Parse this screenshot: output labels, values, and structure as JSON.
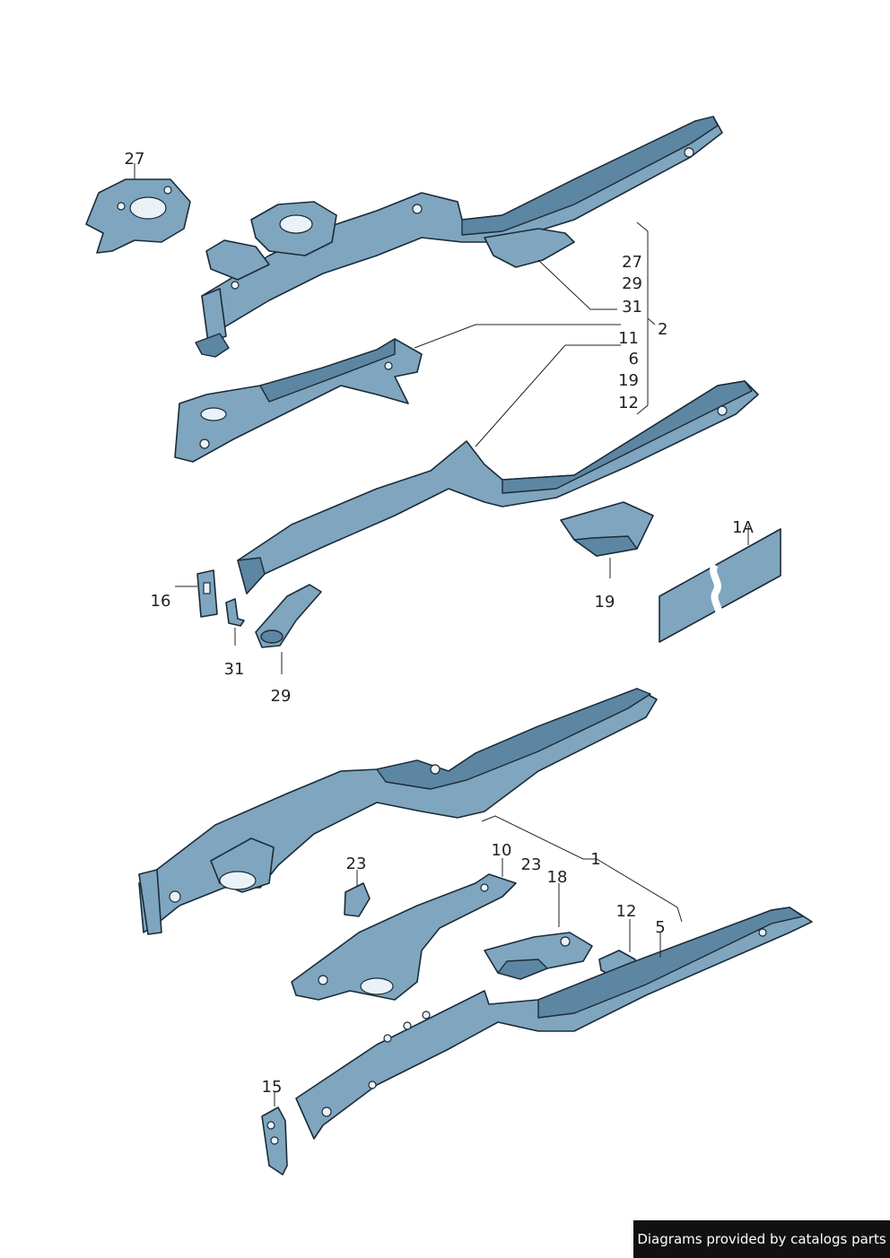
{
  "callouts": {
    "c27_top": "27",
    "g_27": "27",
    "g_29": "29",
    "g_31": "31",
    "g_2": "2",
    "g_11": "11",
    "g_6": "6",
    "g_19": "19",
    "g_12": "12",
    "c1A": "1A",
    "c16": "16",
    "c31": "31",
    "c29": "29",
    "c19": "19",
    "c10": "10",
    "c23a": "23",
    "c23b": "23",
    "c18": "18",
    "c1": "1",
    "c12": "12",
    "c5": "5",
    "c15": "15"
  },
  "footer": {
    "text": "Diagrams provided by catalogs parts"
  },
  "colors": {
    "part": "#7fa6be",
    "outline": "#1b2b3a",
    "footer_bg": "#111111"
  }
}
